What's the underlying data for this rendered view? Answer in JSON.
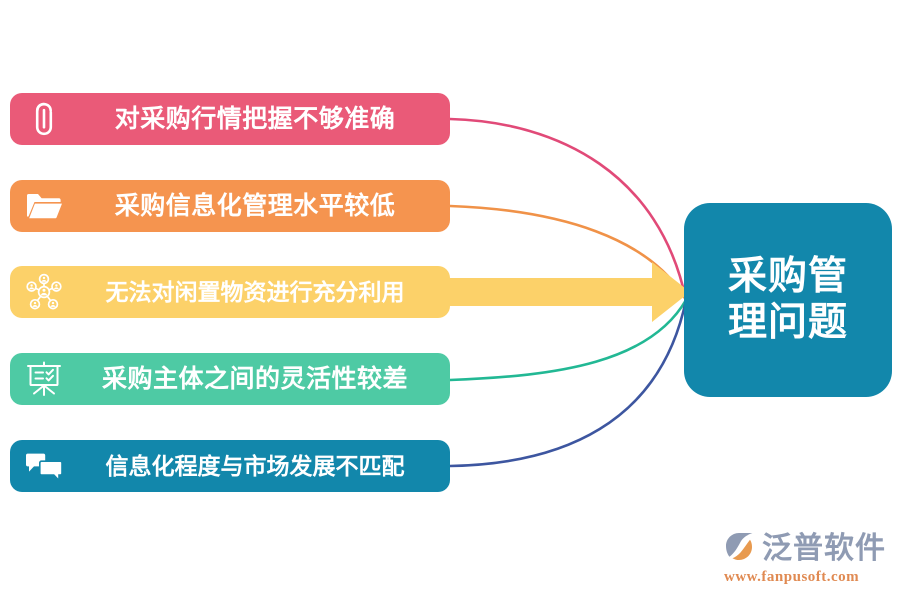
{
  "diagram": {
    "title": "采购管理问题",
    "background_color": "#ffffff",
    "central": {
      "color": "#1287ab",
      "text_color": "#ffffff",
      "line1": "采购管",
      "line2": "理问题"
    },
    "problems": [
      {
        "label": "对采购行情把握不够准确",
        "color": "#ea5a78",
        "connector_color": "#e14a78",
        "icon": "paperclip-icon",
        "connector_type": "curve"
      },
      {
        "label": "采购信息化管理水平较低",
        "color": "#f5944f",
        "connector_color": "#f09248",
        "icon": "folder-icon",
        "connector_type": "curve"
      },
      {
        "label": "无法对闲置物资进行充分利用",
        "color": "#fcd169",
        "connector_color": "#fcd169",
        "icon": "network-hub-icon",
        "connector_type": "arrow"
      },
      {
        "label": "采购主体之间的灵活性较差",
        "color": "#4ecaa4",
        "connector_color": "#22b894",
        "icon": "presentation-board-icon",
        "connector_type": "curve"
      },
      {
        "label": "信息化程度与市场发展不匹配",
        "color": "#1287ab",
        "connector_color": "#3d56a0",
        "icon": "chat-bubbles-icon",
        "connector_type": "curve"
      }
    ]
  },
  "watermark": {
    "brand": "泛普软件",
    "url": "www.fanpusoft.com",
    "brand_color": "#8f9bb3",
    "url_color": "#e08a52",
    "accent_color": "#e89a4f"
  }
}
